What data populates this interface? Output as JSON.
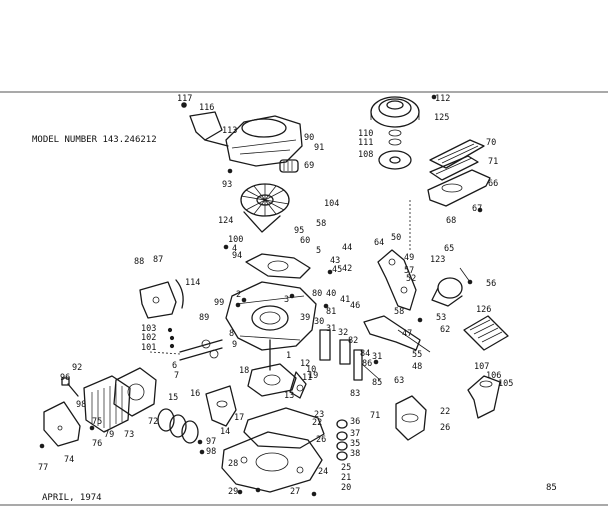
{
  "header": {
    "model_number": "MODEL NUMBER 143.246212"
  },
  "footer": {
    "date": "APRIL, 1974",
    "page": "85"
  },
  "part_numbers": [
    "117",
    "116",
    "113",
    "90",
    "91",
    "93",
    "69",
    "104",
    "124",
    "100",
    "4",
    "94",
    "95",
    "60",
    "58",
    "5",
    "44",
    "42",
    "43",
    "40",
    "41",
    "99",
    "2",
    "3",
    "39",
    "30",
    "31",
    "32",
    "88",
    "87",
    "114",
    "103",
    "102",
    "101",
    "89",
    "8",
    "9",
    "6",
    "7",
    "1",
    "18",
    "16",
    "15",
    "14",
    "10",
    "11",
    "12",
    "13",
    "17",
    "19",
    "92",
    "96",
    "98",
    "74",
    "75",
    "76",
    "77",
    "79",
    "72",
    "73",
    "97",
    "98",
    "29",
    "27",
    "23",
    "22",
    "24",
    "21",
    "20",
    "28",
    "36",
    "37",
    "35",
    "38",
    "26",
    "25",
    "112",
    "125",
    "110",
    "111",
    "108",
    "70",
    "71",
    "66",
    "68",
    "67",
    "64",
    "50",
    "49",
    "57",
    "52",
    "58",
    "47",
    "65",
    "123",
    "56",
    "53",
    "62",
    "126",
    "55",
    "48",
    "31",
    "63",
    "85",
    "83",
    "82",
    "84",
    "107",
    "106",
    "105",
    "71",
    "22",
    "26",
    "45",
    "46",
    "80",
    "81",
    "86"
  ]
}
